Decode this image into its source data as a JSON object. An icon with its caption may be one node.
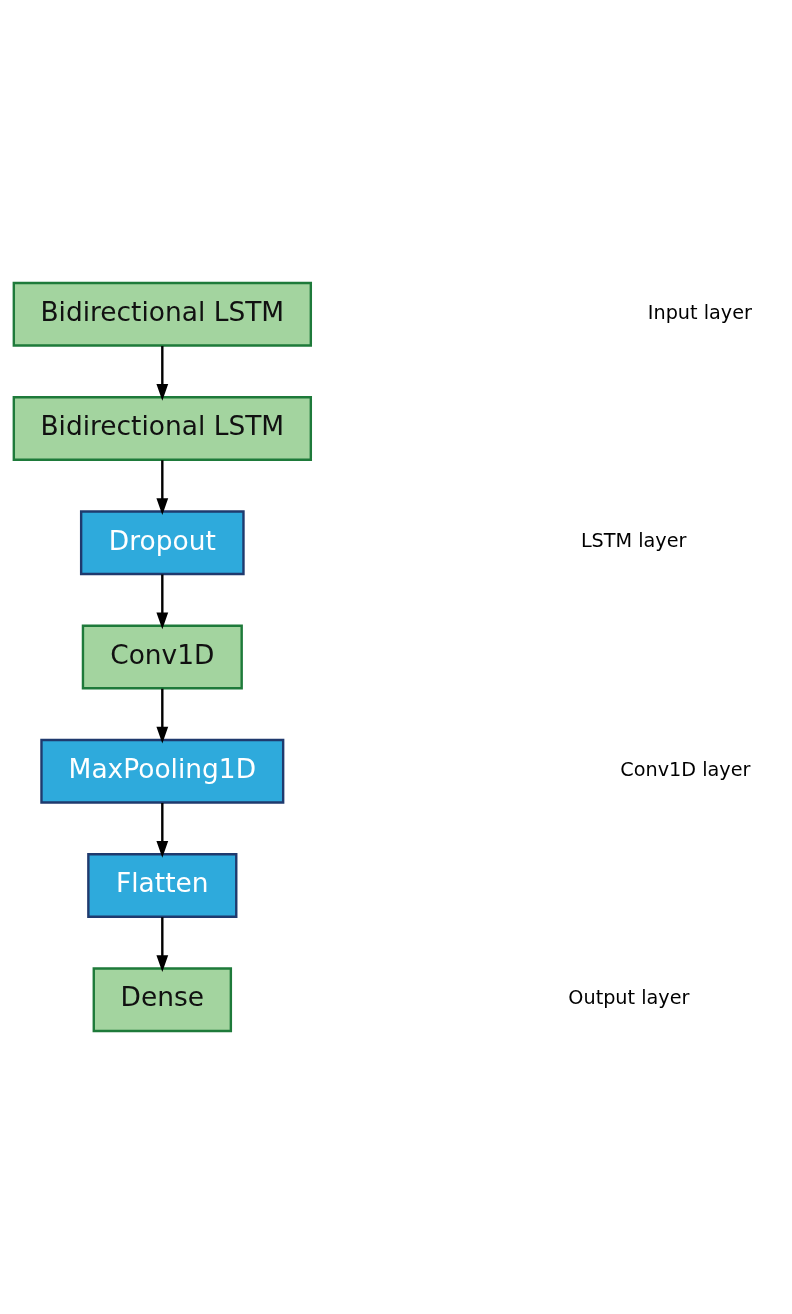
{
  "diagram": {
    "nodes": [
      {
        "text": [
          "Bidirectional LSTM"
        ]
      },
      {
        "text": [
          "Bidirectional LSTM"
        ]
      },
      {
        "text": [
          "Dropout"
        ]
      },
      {
        "text": [
          "Conv1D"
        ]
      },
      {
        "text": [
          "MaxPooling1D"
        ]
      },
      {
        "text": [
          "Flatten"
        ]
      },
      {
        "text": [
          "Dense"
        ]
      }
    ],
    "edges": [
      {
        "from": 0,
        "to": 1,
        "arrow": "to"
      },
      {
        "from": 1,
        "to": 2,
        "arrow": "to"
      },
      {
        "from": 2,
        "to": 3,
        "arrow": "to"
      },
      {
        "from": 3,
        "to": 4,
        "arrow": "to"
      },
      {
        "from": 4,
        "to": 5,
        "arrow": "to"
      },
      {
        "from": 5,
        "to": 6,
        "arrow": "to"
      }
    ],
    "labels": [
      "Input layer",
      "LSTM layer",
      "Conv1D layer",
      "Output layer"
    ]
  }
}
